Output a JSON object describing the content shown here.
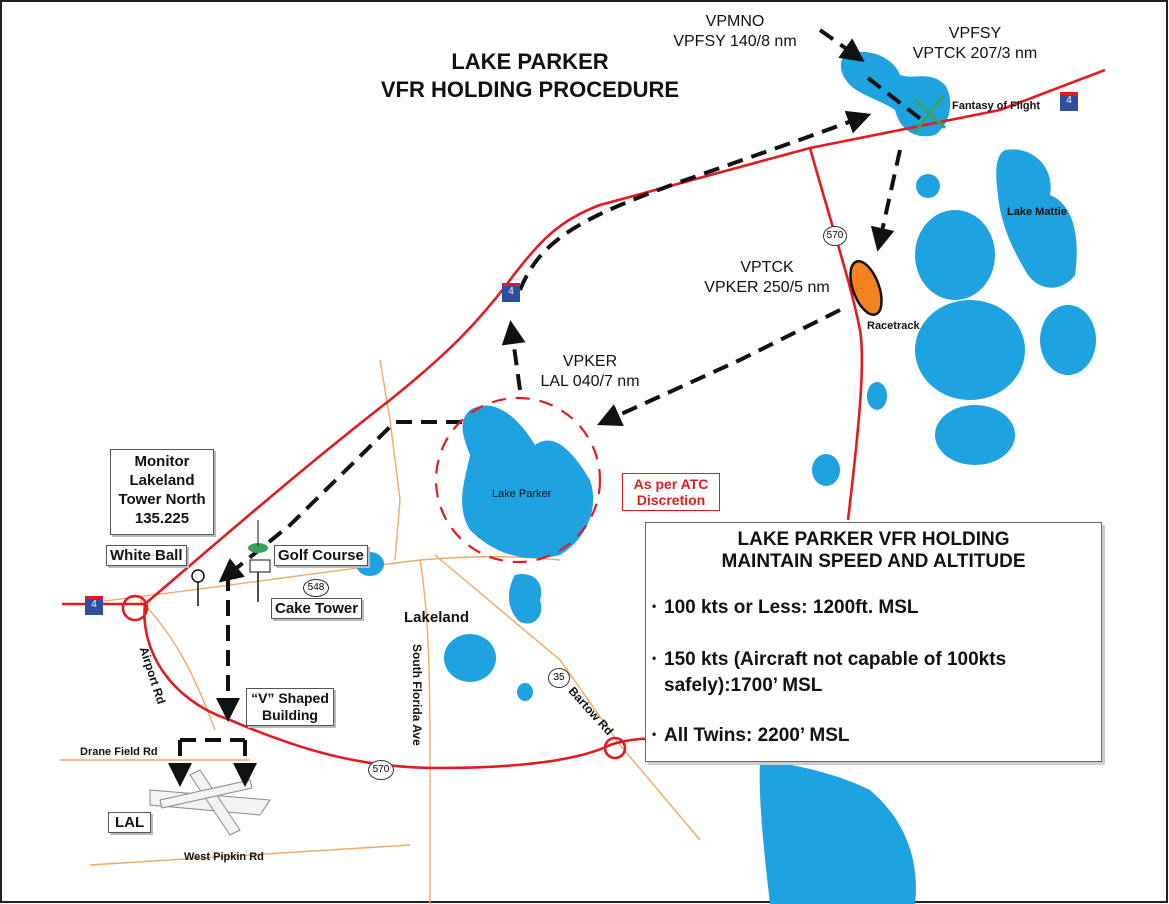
{
  "title": {
    "line1": "LAKE PARKER",
    "line2": "VFR HOLDING PROCEDURE"
  },
  "waypoints": {
    "vpmno": {
      "name": "VPMNO",
      "ref": "VPFSY 140/8 nm"
    },
    "vpfsy": {
      "name": "VPFSY",
      "ref": "VPTCK 207/3 nm"
    },
    "vptck": {
      "name": "VPTCK",
      "ref": "VPKER 250/5 nm"
    },
    "vpker": {
      "name": "VPKER",
      "ref": "LAL 040/7 nm"
    }
  },
  "landmarks": {
    "fantasy_of_flight": "Fantasy of Flight",
    "lake_mattie": "Lake Mattie",
    "racetrack": "Racetrack",
    "lake_parker": "Lake Parker",
    "lakeland": "Lakeland",
    "golf_course": "Golf Course",
    "cake_tower": "Cake Tower",
    "white_ball": "White Ball",
    "v_building_line1": "“V” Shaped",
    "v_building_line2": "Building",
    "lal": "LAL",
    "atc_line1": "As per ATC",
    "atc_line2": "Discretion"
  },
  "monitor": {
    "line1": "Monitor",
    "line2": "Lakeland",
    "line3": "Tower North",
    "line4": "135.225"
  },
  "roads": {
    "i4": "4",
    "sr570": "570",
    "sr548": "548",
    "sr35": "35",
    "airport_rd": "Airport Rd",
    "south_florida_ave": "South Florida Ave",
    "bartow_rd": "Bartow Rd",
    "drane_field_rd": "Drane Field Rd",
    "west_pipkin_rd": "West Pipkin Rd"
  },
  "panel": {
    "title1": "LAKE PARKER VFR HOLDING",
    "title2": "MAINTAIN SPEED AND ALTITUDE",
    "items": [
      {
        "line1": "100 kts or Less: 1200ft. MSL",
        "line2": ""
      },
      {
        "line1": "150 kts (Aircraft not capable of 100kts",
        "line2": "safely):1700’ MSL"
      },
      {
        "line1": "All Twins: 2200’ MSL",
        "line2": ""
      }
    ]
  },
  "colors": {
    "water": "#1fa2e0",
    "highway": "#e11b22",
    "local_road": "#f2a868",
    "route": "#111111",
    "holding": "#e11b22",
    "racetrack": "#f4821f"
  }
}
